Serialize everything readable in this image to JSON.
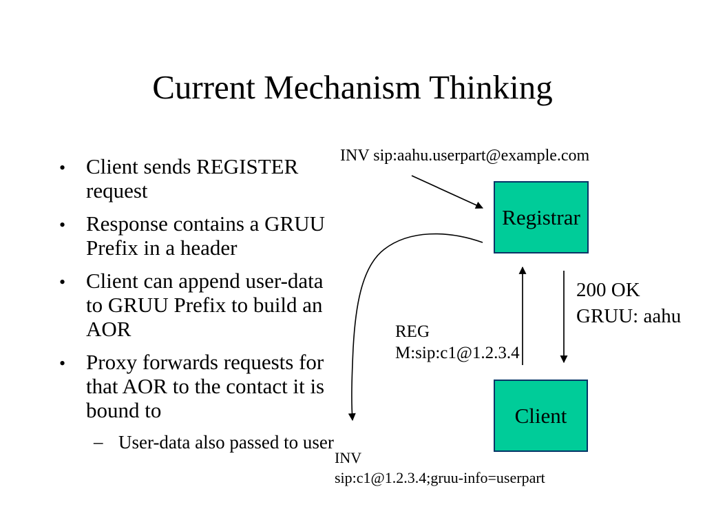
{
  "slide": {
    "title": "Current Mechanism Thinking"
  },
  "bullets": {
    "items": [
      {
        "level": 1,
        "marker": "•",
        "text": "Client sends REGISTER request"
      },
      {
        "level": 1,
        "marker": "•",
        "text": "Response contains a GRUU Prefix in a header"
      },
      {
        "level": 1,
        "marker": "•",
        "text": "Client can append user-data to GRUU Prefix to build an AOR"
      },
      {
        "level": 1,
        "marker": "•",
        "text": "Proxy forwards requests for that AOR to the contact it is bound to"
      },
      {
        "level": 2,
        "marker": "–",
        "text": "User-data also passed to user"
      }
    ]
  },
  "diagram": {
    "nodes": {
      "registrar": "Registrar",
      "client": "Client"
    },
    "labels": {
      "inv_top": "INV sip:aahu.userpart@example.com",
      "ok_line1": "200 OK",
      "ok_line2": "GRUU: aahu",
      "reg_line1": "REG",
      "reg_line2": "M:sip:c1@1.2.3.4",
      "inv_bottom_line1": "INV",
      "inv_bottom_line2": "sip:c1@1.2.3.4;gruu-info=userpart"
    },
    "colors": {
      "node_fill": "#00CC99",
      "node_border": "#003366",
      "arrow": "#000000"
    }
  }
}
